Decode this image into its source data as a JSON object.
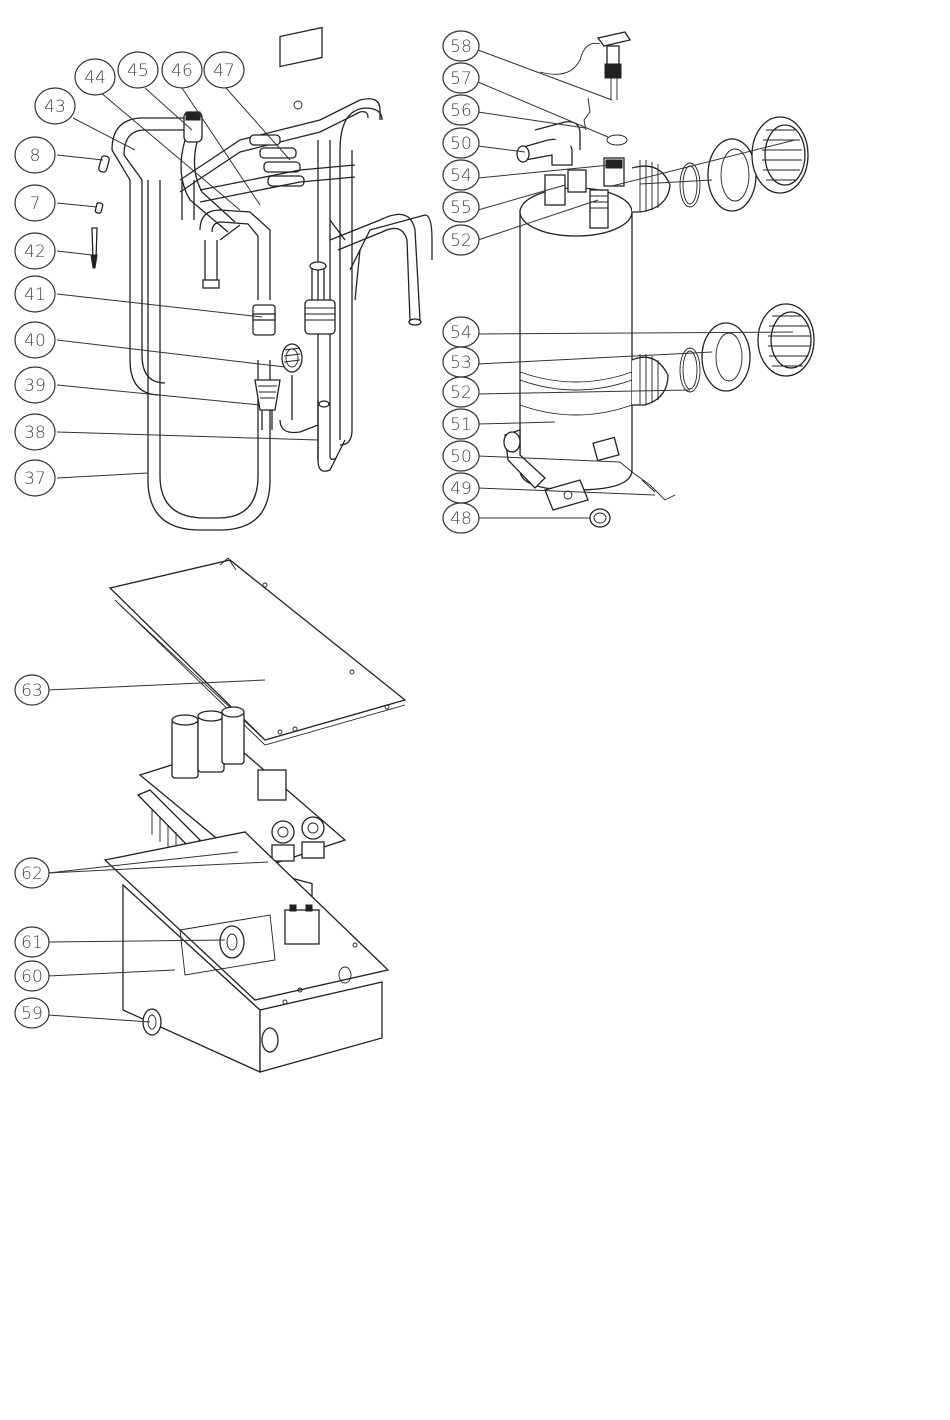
{
  "callouts": [
    {
      "id": "c8",
      "label": "8"
    },
    {
      "id": "c7",
      "label": "7"
    },
    {
      "id": "c42",
      "label": "42"
    },
    {
      "id": "c43",
      "label": "43"
    },
    {
      "id": "c44",
      "label": "44"
    },
    {
      "id": "c45",
      "label": "45"
    },
    {
      "id": "c46",
      "label": "46"
    },
    {
      "id": "c47",
      "label": "47"
    },
    {
      "id": "c41",
      "label": "41"
    },
    {
      "id": "c40",
      "label": "40"
    },
    {
      "id": "c39",
      "label": "39"
    },
    {
      "id": "c38",
      "label": "38"
    },
    {
      "id": "c37",
      "label": "37"
    },
    {
      "id": "c58",
      "label": "58"
    },
    {
      "id": "c57",
      "label": "57"
    },
    {
      "id": "c56",
      "label": "56"
    },
    {
      "id": "c50a",
      "label": "50"
    },
    {
      "id": "c54a",
      "label": "54"
    },
    {
      "id": "c55",
      "label": "55"
    },
    {
      "id": "c52a",
      "label": "52"
    },
    {
      "id": "c54b",
      "label": "54"
    },
    {
      "id": "c53",
      "label": "53"
    },
    {
      "id": "c52b",
      "label": "52"
    },
    {
      "id": "c51",
      "label": "51"
    },
    {
      "id": "c50b",
      "label": "50"
    },
    {
      "id": "c49",
      "label": "49"
    },
    {
      "id": "c48",
      "label": "48"
    },
    {
      "id": "c63",
      "label": "63"
    },
    {
      "id": "c62",
      "label": "62"
    },
    {
      "id": "c61",
      "label": "61"
    },
    {
      "id": "c60",
      "label": "60"
    },
    {
      "id": "c59",
      "label": "59"
    }
  ]
}
